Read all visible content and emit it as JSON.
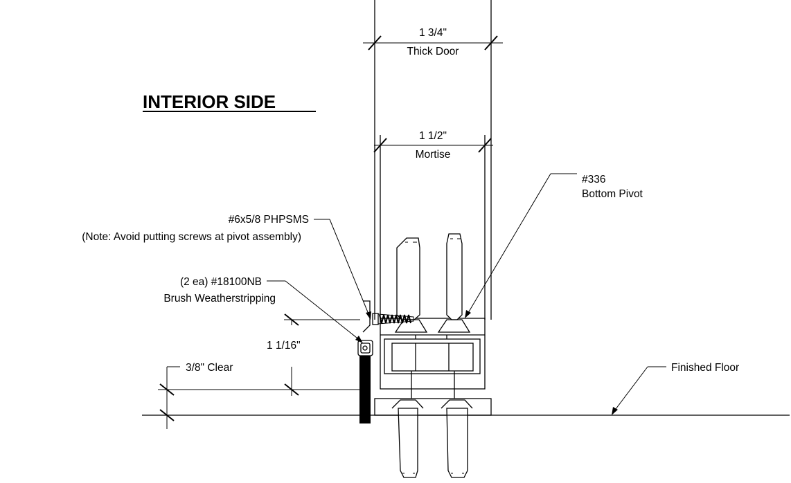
{
  "title": "INTERIOR SIDE",
  "dimensions": {
    "door_thickness": {
      "line1": "1 3/4\"",
      "line2": "Thick Door"
    },
    "mortise": {
      "line1": "1 1/2\"",
      "line2": "Mortise"
    },
    "height": "1 1/16\"",
    "clear": "3/8\" Clear"
  },
  "callouts": {
    "pivot": {
      "line1": "#336",
      "line2": "Bottom Pivot"
    },
    "screw": {
      "line1": "#6x5/8 PHPSMS",
      "line2": "(Note: Avoid putting screws at pivot assembly)"
    },
    "brush": {
      "line1": "(2 ea) #18100NB",
      "line2": "Brush Weatherstripping"
    },
    "floor": "Finished Floor"
  }
}
